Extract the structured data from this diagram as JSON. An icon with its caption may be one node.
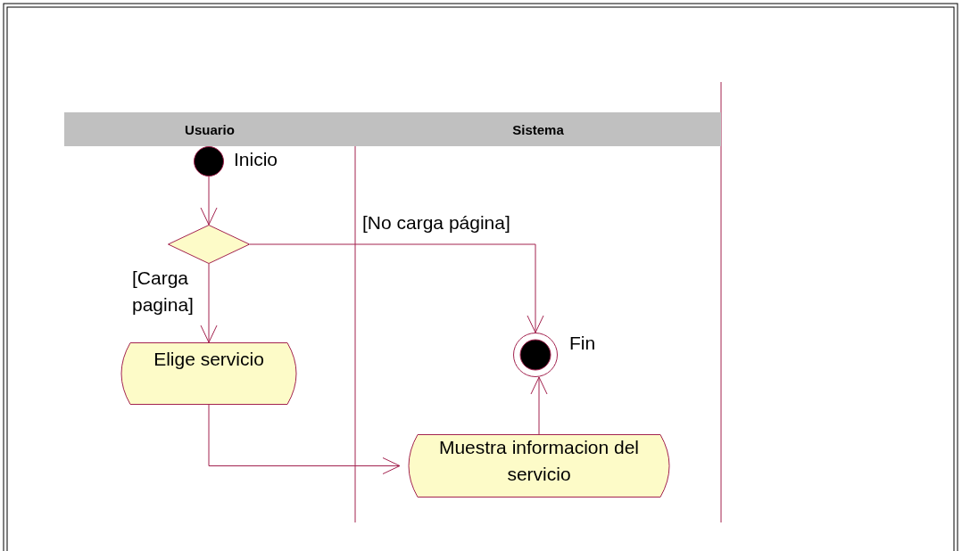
{
  "diagram": {
    "nodes": [
      {
        "text": [
          "Usuario"
        ]
      },
      {
        "text": [
          "Sistema"
        ]
      },
      {
        "text": [],
        "shape": "circle",
        "beside": [
          "Inicio"
        ]
      },
      {
        "text": [],
        "shape": "diamond"
      },
      {
        "text": [
          "Elige servicio"
        ]
      },
      {
        "text": [],
        "shape": "circle",
        "beside": [
          "Fin"
        ]
      },
      {
        "text": [
          "Muestra informacion del servicio"
        ]
      }
    ],
    "edges": [
      {
        "from": 2,
        "to": 3,
        "arrow": "to"
      },
      {
        "from": 3,
        "to": 4,
        "arrow": "to",
        "label": "[Carga pagina]"
      },
      {
        "from": 3,
        "to": 5,
        "arrow": "to",
        "label": "[No carga página]"
      },
      {
        "from": 4,
        "to": 6,
        "arrow": "to"
      },
      {
        "from": 6,
        "to": 5,
        "arrow": "to"
      }
    ]
  }
}
